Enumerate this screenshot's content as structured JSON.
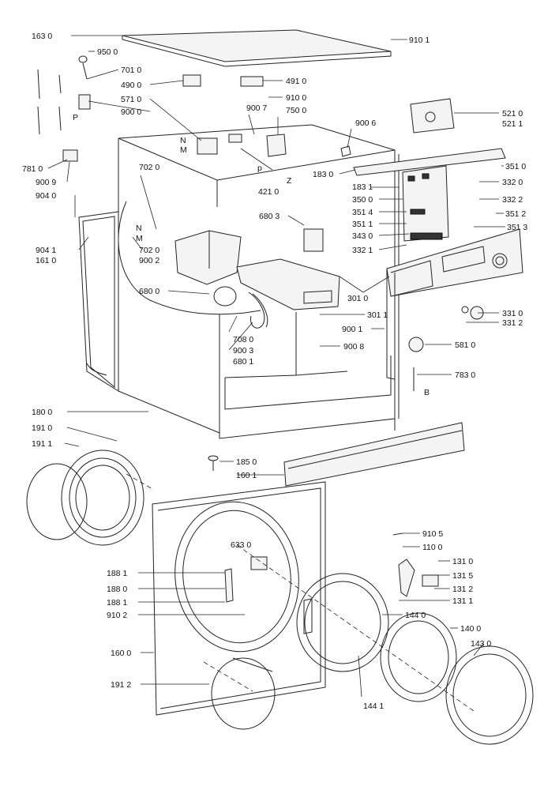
{
  "callouts": [
    {
      "id": "163_0",
      "label": "163 0"
    },
    {
      "id": "950_0",
      "label": "950 0"
    },
    {
      "id": "701_0",
      "label": "701 0"
    },
    {
      "id": "490_0",
      "label": "490 0"
    },
    {
      "id": "571_0",
      "label": "571 0"
    },
    {
      "id": "900_0",
      "label": "900 0"
    },
    {
      "id": "910_1",
      "label": "910 1"
    },
    {
      "id": "491_0",
      "label": "491 0"
    },
    {
      "id": "910_0",
      "label": "910 0"
    },
    {
      "id": "900_7",
      "label": "900 7"
    },
    {
      "id": "750_0",
      "label": "750 0"
    },
    {
      "id": "521_0",
      "label": "521 0"
    },
    {
      "id": "521_1",
      "label": "521 1"
    },
    {
      "id": "900_6",
      "label": "900 6"
    },
    {
      "id": "781_0",
      "label": "781 0"
    },
    {
      "id": "900_9",
      "label": "900 9"
    },
    {
      "id": "904_0",
      "label": "904 0"
    },
    {
      "id": "904_1",
      "label": "904 1"
    },
    {
      "id": "161_0",
      "label": "161 0"
    },
    {
      "id": "702_0_a",
      "label": "702 0"
    },
    {
      "id": "702_0_b",
      "label": "702 0"
    },
    {
      "id": "900_2",
      "label": "900 2"
    },
    {
      "id": "680_0",
      "label": "680 0"
    },
    {
      "id": "421_0",
      "label": "421 0"
    },
    {
      "id": "680_3",
      "label": "680 3"
    },
    {
      "id": "183_0",
      "label": "183 0"
    },
    {
      "id": "183_1",
      "label": "183 1"
    },
    {
      "id": "350_0",
      "label": "350 0"
    },
    {
      "id": "351_4",
      "label": "351 4"
    },
    {
      "id": "351_1",
      "label": "351 1"
    },
    {
      "id": "343_0",
      "label": "343 0"
    },
    {
      "id": "332_1",
      "label": "332 1"
    },
    {
      "id": "351_0",
      "label": "351 0"
    },
    {
      "id": "332_0",
      "label": "332 0"
    },
    {
      "id": "332_2",
      "label": "332 2"
    },
    {
      "id": "351_2",
      "label": "351 2"
    },
    {
      "id": "351_3",
      "label": "351 3"
    },
    {
      "id": "301_0",
      "label": "301 0"
    },
    {
      "id": "301_1",
      "label": "301 1"
    },
    {
      "id": "900_1",
      "label": "900 1"
    },
    {
      "id": "900_8",
      "label": "900 8"
    },
    {
      "id": "708_0",
      "label": "708 0"
    },
    {
      "id": "900_3",
      "label": "900 3"
    },
    {
      "id": "680_1",
      "label": "680 1"
    },
    {
      "id": "331_0",
      "label": "331 0"
    },
    {
      "id": "331_2",
      "label": "331 2"
    },
    {
      "id": "581_0",
      "label": "581 0"
    },
    {
      "id": "783_0",
      "label": "783 0"
    },
    {
      "id": "180_0",
      "label": "180 0"
    },
    {
      "id": "191_0",
      "label": "191 0"
    },
    {
      "id": "191_1",
      "label": "191 1"
    },
    {
      "id": "185_0",
      "label": "185 0"
    },
    {
      "id": "160_1",
      "label": "160 1"
    },
    {
      "id": "910_5",
      "label": "910 5"
    },
    {
      "id": "110_0",
      "label": "110 0"
    },
    {
      "id": "131_0",
      "label": "131 0"
    },
    {
      "id": "131_5",
      "label": "131 5"
    },
    {
      "id": "131_2",
      "label": "131 2"
    },
    {
      "id": "131_1",
      "label": "131 1"
    },
    {
      "id": "633_0",
      "label": "633 0"
    },
    {
      "id": "188_1_a",
      "label": "188 1"
    },
    {
      "id": "188_0",
      "label": "188 0"
    },
    {
      "id": "188_1_b",
      "label": "188 1"
    },
    {
      "id": "910_2",
      "label": "910 2"
    },
    {
      "id": "144_0",
      "label": "144 0"
    },
    {
      "id": "140_0",
      "label": "140 0"
    },
    {
      "id": "143_0",
      "label": "143 0"
    },
    {
      "id": "160_0",
      "label": "160 0"
    },
    {
      "id": "191_2",
      "label": "191 2"
    },
    {
      "id": "144_1",
      "label": "144 1"
    }
  ],
  "markers": {
    "n_top": "N",
    "m_top": "M",
    "p_left": "P",
    "p_center": "p",
    "z_center": "Z",
    "n_mid": "N",
    "m_mid": "M",
    "b_bottom": "B"
  }
}
